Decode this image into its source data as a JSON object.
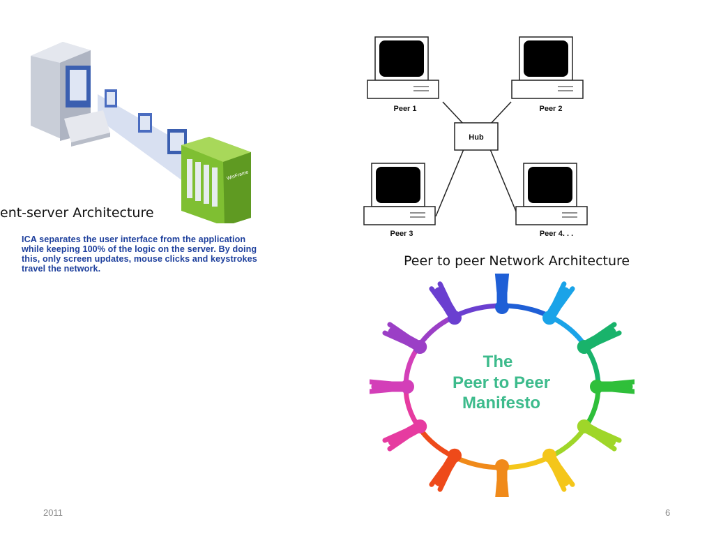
{
  "client_server": {
    "caption": "ent-server Architecture",
    "ica_text": "ICA separates the user interface from the application while keeping 100% of the logic on the server. By doing this, only screen updates, mouse clicks and keystrokes travel the network.",
    "server_label": "WinFrame"
  },
  "p2p_diagram": {
    "hub_label": "Hub",
    "peers": [
      "Peer 1",
      "Peer 2",
      "Peer 3",
      "Peer 4. . ."
    ],
    "caption": "Peer to peer Network Architecture"
  },
  "manifesto": {
    "title_lines": [
      "The",
      "Peer to Peer",
      "Manifesto"
    ],
    "text_color": "#3dbb8c",
    "figure_colors": [
      "#1f5fd6",
      "#1aa3e8",
      "#19b36b",
      "#2fbf3a",
      "#9fd629",
      "#f4c61a",
      "#f08a1a",
      "#ee4a1a",
      "#e63ba0",
      "#d33fb8",
      "#9b3fc6",
      "#6a3fd0"
    ]
  },
  "footer": {
    "year": "2011",
    "page_number": "6"
  }
}
